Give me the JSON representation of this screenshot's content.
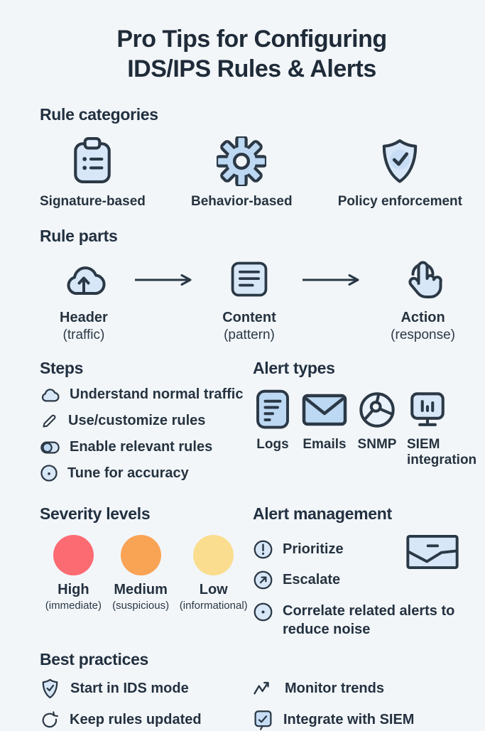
{
  "title": {
    "line1": "Pro Tips for Configuring",
    "line2": "IDS/IPS Rules & Alerts"
  },
  "colors": {
    "background": "#f2f6f9",
    "text": "#243140",
    "icon_fill": "#d8e7f8",
    "icon_fill_strong": "#bcd8f3",
    "icon_stroke": "#2b3845",
    "severity_high": "#fc6b72",
    "severity_medium": "#f9a355",
    "severity_low": "#fadd8e"
  },
  "sections": {
    "rule_categories": {
      "heading": "Rule categories",
      "items": [
        {
          "icon": "clipboard-icon",
          "label": "Signature-based"
        },
        {
          "icon": "gear-icon",
          "label": "Behavior-based"
        },
        {
          "icon": "shield-check-icon",
          "label": "Policy enforcement"
        }
      ]
    },
    "rule_parts": {
      "heading": "Rule parts",
      "items": [
        {
          "icon": "cloud-upload-icon",
          "label": "Header",
          "sub": "(traffic)"
        },
        {
          "icon": "document-lines-icon",
          "label": "Content",
          "sub": "(pattern)"
        },
        {
          "icon": "hand-tap-icon",
          "label": "Action",
          "sub": "(response)"
        }
      ]
    },
    "steps": {
      "heading": "Steps",
      "items": [
        {
          "icon": "cloud-icon",
          "label": "Understand normal traffic"
        },
        {
          "icon": "pencil-icon",
          "label": "Use/customize rules"
        },
        {
          "icon": "toggle-icon",
          "label": "Enable relevant rules"
        },
        {
          "icon": "tune-dial-icon",
          "label": "Tune for accuracy"
        }
      ]
    },
    "alert_types": {
      "heading": "Alert types",
      "items": [
        {
          "icon": "log-document-icon",
          "label": "Logs"
        },
        {
          "icon": "email-envelope-icon",
          "label": "Emails"
        },
        {
          "icon": "snmp-wheel-icon",
          "label": "SNMP"
        },
        {
          "icon": "siem-monitor-icon",
          "label": "SIEM integration"
        }
      ]
    },
    "severity_levels": {
      "heading": "Severity levels",
      "items": [
        {
          "label": "High",
          "sub": "(immediate)",
          "color": "#fc6b72"
        },
        {
          "label": "Medium",
          "sub": "(suspicious)",
          "color": "#f9a355"
        },
        {
          "label": "Low",
          "sub": "(informational)",
          "color": "#fadd8e"
        }
      ]
    },
    "alert_management": {
      "heading": "Alert management",
      "items": [
        {
          "icon": "exclamation-circle-icon",
          "label": "Prioritize"
        },
        {
          "icon": "escalate-arrow-icon",
          "label": "Escalate"
        },
        {
          "icon": "correlate-dot-icon",
          "label": "Correlate related alerts to reduce noise"
        }
      ]
    },
    "best_practices": {
      "heading": "Best practices",
      "items": [
        {
          "icon": "shield-check-small-icon",
          "label": "Start in IDS mode"
        },
        {
          "icon": "refresh-icon",
          "label": "Keep rules updated"
        },
        {
          "icon": "trend-arrow-icon",
          "label": "Monitor trends"
        },
        {
          "icon": "siem-board-icon",
          "label": "Integrate with SIEM"
        }
      ]
    }
  }
}
